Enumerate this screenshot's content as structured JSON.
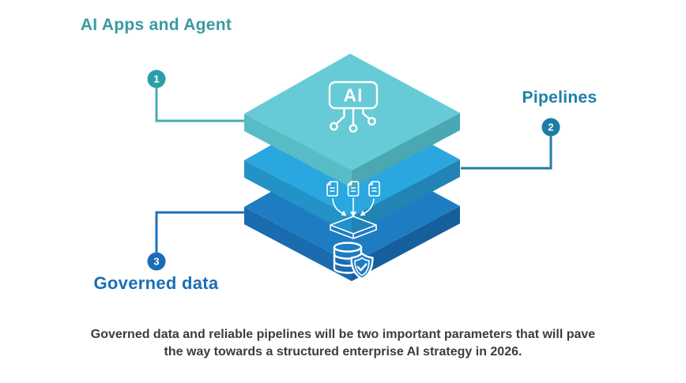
{
  "diagram": {
    "callouts": [
      {
        "number": "1",
        "label": "AI Apps and Agent",
        "label_color": "#389ba1",
        "badge_color": "#2d9ea9",
        "line_color": "#4aacb6"
      },
      {
        "number": "2",
        "label": "Pipelines",
        "label_color": "#1e7fa8",
        "badge_color": "#1b7ca4",
        "line_color": "#1f7fa6"
      },
      {
        "number": "3",
        "label": "Governed data",
        "label_color": "#1c6db6",
        "badge_color": "#1a6cb4",
        "line_color": "#1d72ba"
      }
    ],
    "stack": {
      "ai_chip_label": "AI",
      "layers": [
        {
          "icon": "ai-chip-icon",
          "colors": {
            "top": "#66cbd6",
            "left": "#58bcc7",
            "right": "#4ba8b2"
          }
        },
        {
          "icon": "documents-ingest-icon",
          "colors": {
            "top": "#2aa7de",
            "left": "#2392c7",
            "right": "#2085b4"
          }
        },
        {
          "icon": "database-shield-icon",
          "colors": {
            "top": "#1e7dc2",
            "left": "#1a6bb0",
            "right": "#165f9d"
          }
        }
      ]
    }
  },
  "caption": {
    "line1": "Governed data and reliable pipelines will be two important parameters that will pave",
    "line2": "the way towards a structured enterprise AI strategy in 2026.",
    "color": "#3c3c3c"
  }
}
